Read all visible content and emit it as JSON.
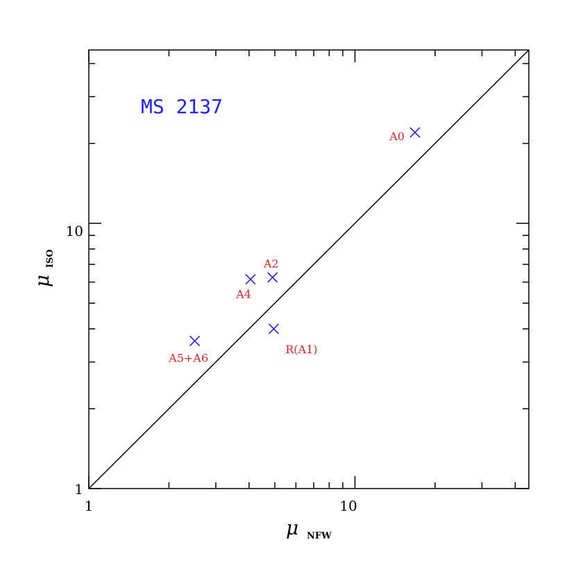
{
  "chart_data": {
    "type": "scatter",
    "title": "MS 2137",
    "xlabel": "μ",
    "xlabel_sub": "NFW",
    "ylabel": "μ",
    "ylabel_sub": "ISO",
    "x_scale": "log",
    "y_scale": "log",
    "xlim": [
      1,
      45
    ],
    "ylim": [
      1,
      45
    ],
    "x_tick_labels": [
      "1",
      "10"
    ],
    "y_tick_labels": [
      "1",
      "10"
    ],
    "reference_line": "y = x",
    "colors": {
      "marker": "#2020ff",
      "label": "#e8202a",
      "title": "#2020ff",
      "axis": "#000000"
    },
    "points": [
      {
        "label": "A0",
        "x": 16.8,
        "y": 22.0
      },
      {
        "label": "A2",
        "x": 4.9,
        "y": 6.25
      },
      {
        "label": "A4",
        "x": 4.05,
        "y": 6.15
      },
      {
        "label": "R(A1)",
        "x": 4.95,
        "y": 4.0
      },
      {
        "label": "A5+A6",
        "x": 2.5,
        "y": 3.6
      }
    ]
  }
}
